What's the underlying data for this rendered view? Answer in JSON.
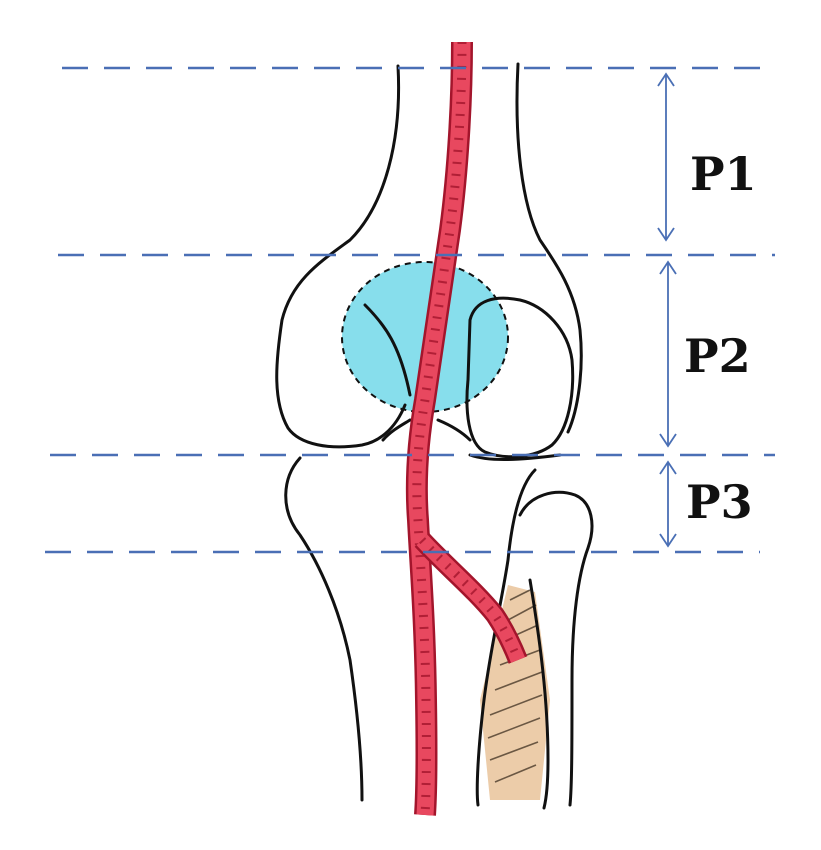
{
  "segments": [
    {
      "label": "P1"
    },
    {
      "label": "P2"
    },
    {
      "label": "P3"
    }
  ],
  "colors": {
    "guide_line": "#4a6fb5",
    "artery_fill": "#e8485f",
    "artery_outline": "#a3152c",
    "highlight_zone": "#5fd3e6",
    "muscle": "#e9c39a",
    "bone_outline": "#111111"
  }
}
